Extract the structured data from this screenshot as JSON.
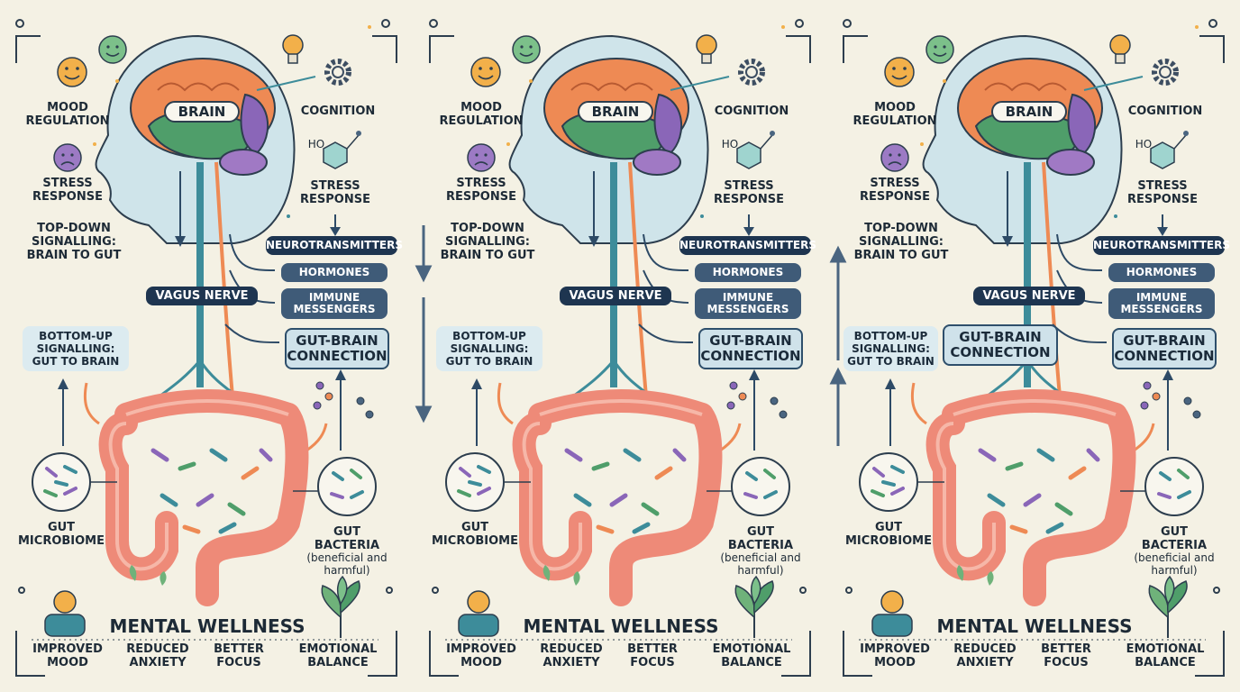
{
  "colors": {
    "background": "#f4f1e4",
    "brain_orange": "#ee8a54",
    "brain_green": "#4f9e6a",
    "brain_purple": "#8a66b8",
    "nerve_teal": "#3d8c9a",
    "intestine": "#ee8a78",
    "navy": "#1e3550"
  },
  "panels": [
    {
      "brain_label": "BRAIN",
      "cognition": "COGNITION",
      "mood_regulation": "MOOD\nREGULATION",
      "stress_response_left": "STRESS\nRESPONSE",
      "stress_response_right": "STRESS\nRESPONSE",
      "top_down": "TOP-DOWN\nSIGNALLING:\nBRAIN TO GUT",
      "bottom_up": "BOTTOM-UP\nSIGNALLING:\nGUT TO BRAIN",
      "neurotransmitters": "NEUROTRANSMITTERS",
      "hormones": "HORMONES",
      "immune_messengers": "IMMUNE\nMESSENGERS",
      "vagus_nerve": "VAGUS NERVE",
      "gut_brain": "GUT-BRAIN\nCONNECTION",
      "gut_microbiome": "GUT\nMICROBIOME",
      "gut_bacteria": "GUT\nBACTERIA",
      "gut_bacteria_note": "(beneficial and\nharmful)",
      "mental_wellness": "MENTAL WELLNESS",
      "improved_mood": "IMPROVED\nMOOD",
      "reduced_anxiety": "REDUCED\nANXIETY",
      "better_focus": "BETTER\nFOCUS",
      "emotional_balance": "EMOTIONAL\nBALANCE",
      "molecule_label": "HO"
    },
    {
      "brain_label": "BRAIN",
      "cognition": "COGNITION",
      "mood_regulation": "MOOD\nREGULATION",
      "stress_response_left": "STRESS\nRESPONSE",
      "stress_response_right": "STRESS\nRESPONSE",
      "top_down": "TOP-DOWN\nSIGNALLING:\nBRAIN TO GUT",
      "bottom_up": "BOTTOM-UP\nSIGNALLING:\nGUT TO BRAIN",
      "neurotransmitters": "NEUROTRANSMITTERS",
      "hormones": "HORMONES",
      "immune_messengers": "IMMUNE\nMESSENGERS",
      "vagus_nerve": "VAGUS NERVE",
      "gut_brain": "GUT-BRAIN\nCONNECTION",
      "gut_microbiome": "GUT\nMICROBIOME",
      "gut_bacteria": "GUT\nBACTERIA",
      "gut_bacteria_note": "(beneficial and\nharmful)",
      "mental_wellness": "MENTAL WELLNESS",
      "improved_mood": "IMPROVED\nMOOD",
      "reduced_anxiety": "REDUCED\nANXIETY",
      "better_focus": "BETTER\nFOCUS",
      "emotional_balance": "EMOTIONAL\nBALANCE",
      "molecule_label": "HO"
    },
    {
      "brain_label": "BRAIN",
      "cognition": "COGNITION",
      "mood_regulation": "MOOD\nREGULATION",
      "stress_response_left": "STRESS\nRESPONSE",
      "stress_response_right": "STRESS\nRESPONSE",
      "top_down": "TOP-DOWN\nSIGNALLING:\nBRAIN TO GUT",
      "bottom_up": "BOTTOM-UP\nSIGNALLING:\nGUT TO BRAIN",
      "neurotransmitters": "NEUROTRANSMITTERS",
      "hormones": "HORMONES",
      "immune_messengers": "IMMUNE\nMESSENGERS",
      "vagus_nerve": "VAGUS NERVE",
      "gut_brain": "GUT-BRAIN\nCONNECTION",
      "gut_brain_center": "GUT-BRAIN\nCONNECTION",
      "gut_microbiome": "GUT\nMICROBIOME",
      "gut_bacteria": "GUT\nBACTERIA",
      "gut_bacteria_note": "(beneficial and\nharmful)",
      "mental_wellness": "MENTAL WELLNESS",
      "improved_mood": "IMPROVED\nMOOD",
      "reduced_anxiety": "REDUCED\nANXIETY",
      "better_focus": "BETTER\nFOCUS",
      "emotional_balance": "EMOTIONAL\nBALANCE",
      "molecule_label": "HO"
    }
  ]
}
